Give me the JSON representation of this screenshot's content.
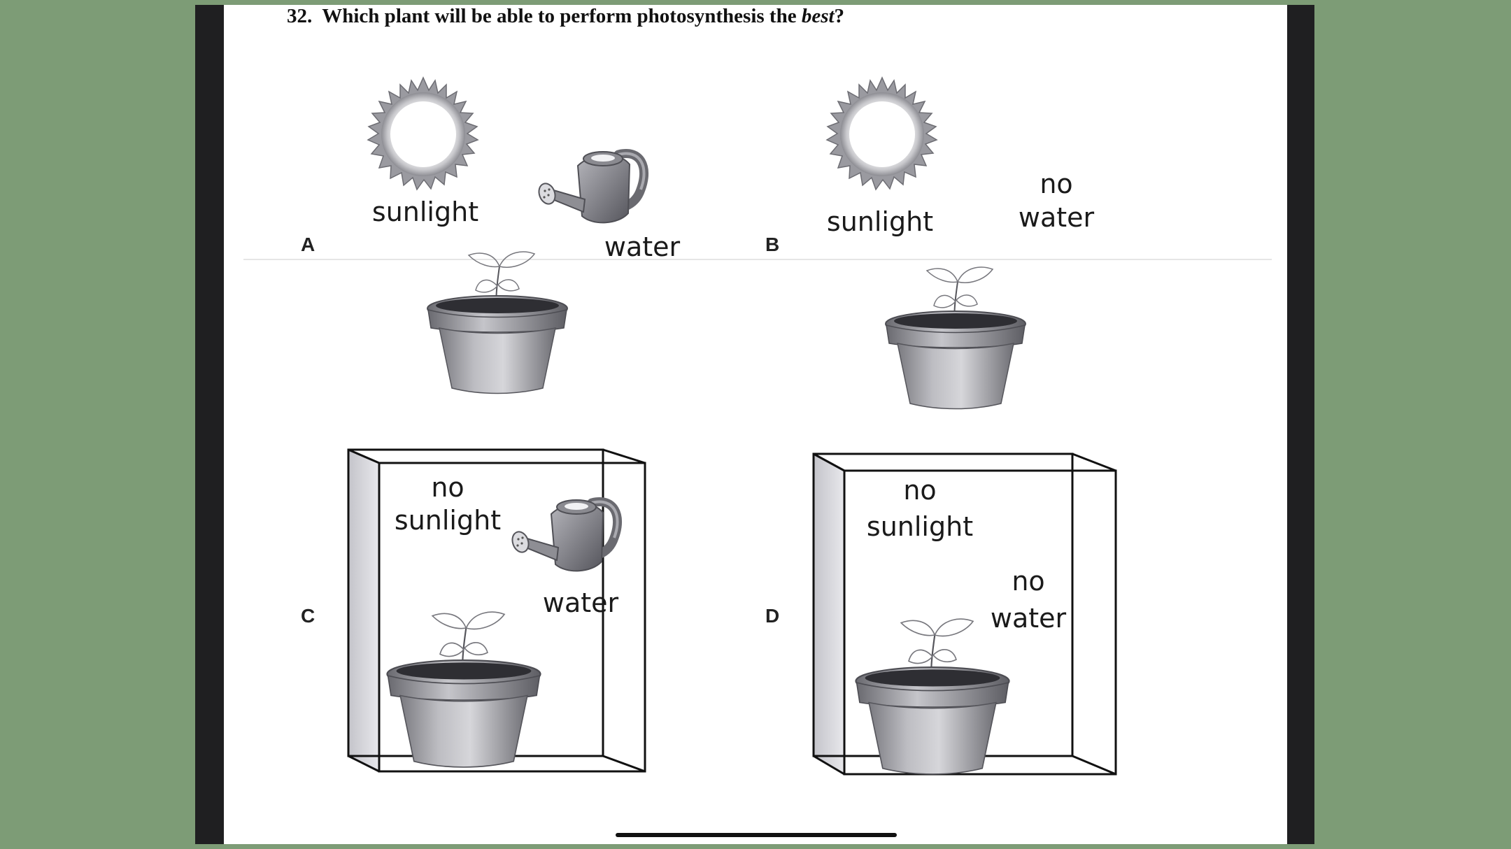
{
  "question": {
    "number": "32.",
    "text_before": "Which plant will be able to perform photosynthesis the ",
    "emphasis": "best",
    "text_after": "?"
  },
  "options": {
    "a": {
      "letter": "A",
      "label_1": "sunlight",
      "label_2": "water"
    },
    "b": {
      "letter": "B",
      "label_1": "sunlight",
      "label_2_line1": "no",
      "label_2_line2": "water"
    },
    "c": {
      "letter": "C",
      "label_1_line1": "no",
      "label_1_line2": "sunlight",
      "label_2": "water"
    },
    "d": {
      "letter": "D",
      "label_1_line1": "no",
      "label_1_line2": "sunlight",
      "label_2_line1": "no",
      "label_2_line2": "water"
    }
  },
  "icons": [
    "sun-icon",
    "watering-can-icon",
    "potted-plant-icon",
    "box-icon"
  ]
}
